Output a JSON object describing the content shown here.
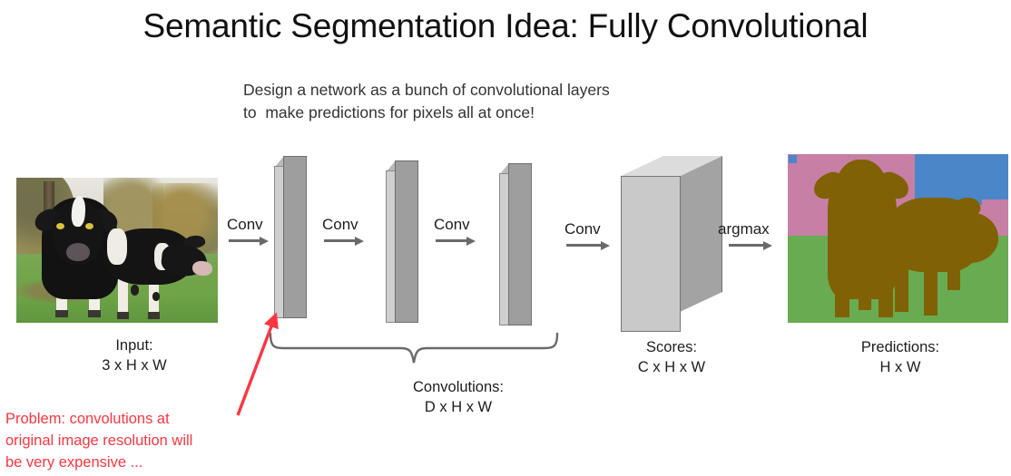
{
  "slide": {
    "title": "Semantic Segmentation Idea: Fully Convolutional",
    "subtitle": "Design a network as a bunch of convolutional layers\nto  make predictions for pixels all at once!",
    "problem_note": "Problem: convolutions at\noriginal image resolution will\nbe very expensive ..."
  },
  "pipeline": {
    "arrows": [
      {
        "label": "Conv",
        "name": "conv-arrow-1"
      },
      {
        "label": "Conv",
        "name": "conv-arrow-2"
      },
      {
        "label": "Conv",
        "name": "conv-arrow-3"
      },
      {
        "label": "Conv",
        "name": "conv-arrow-4"
      },
      {
        "label": "argmax",
        "name": "argmax-arrow"
      }
    ],
    "captions": {
      "input": "Input:\n3 x H x W",
      "convolutions": "Convolutions:\nD x H x W",
      "scores": "Scores:\nC x H x W",
      "predictions": "Predictions:\nH x W"
    }
  },
  "colors": {
    "title_text": "#111111",
    "body_text": "#1d1d1d",
    "problem_red": "#fb3640",
    "arrow_gray": "#6a6a6a",
    "slab_front": "#9e9e9e",
    "slab_side": "#cfcfcf",
    "slab_top": "#b9b9b9",
    "scores_front": "#c9c9c9",
    "scores_side": "#a3a3a3",
    "scores_top": "#dcdcdc",
    "seg_sky_blue": "#4a86c8",
    "seg_tree_pink": "#c77fa5",
    "seg_grass_green": "#69ab51",
    "seg_cow_brown": "#806105",
    "photo_grass": "#6fa447"
  }
}
